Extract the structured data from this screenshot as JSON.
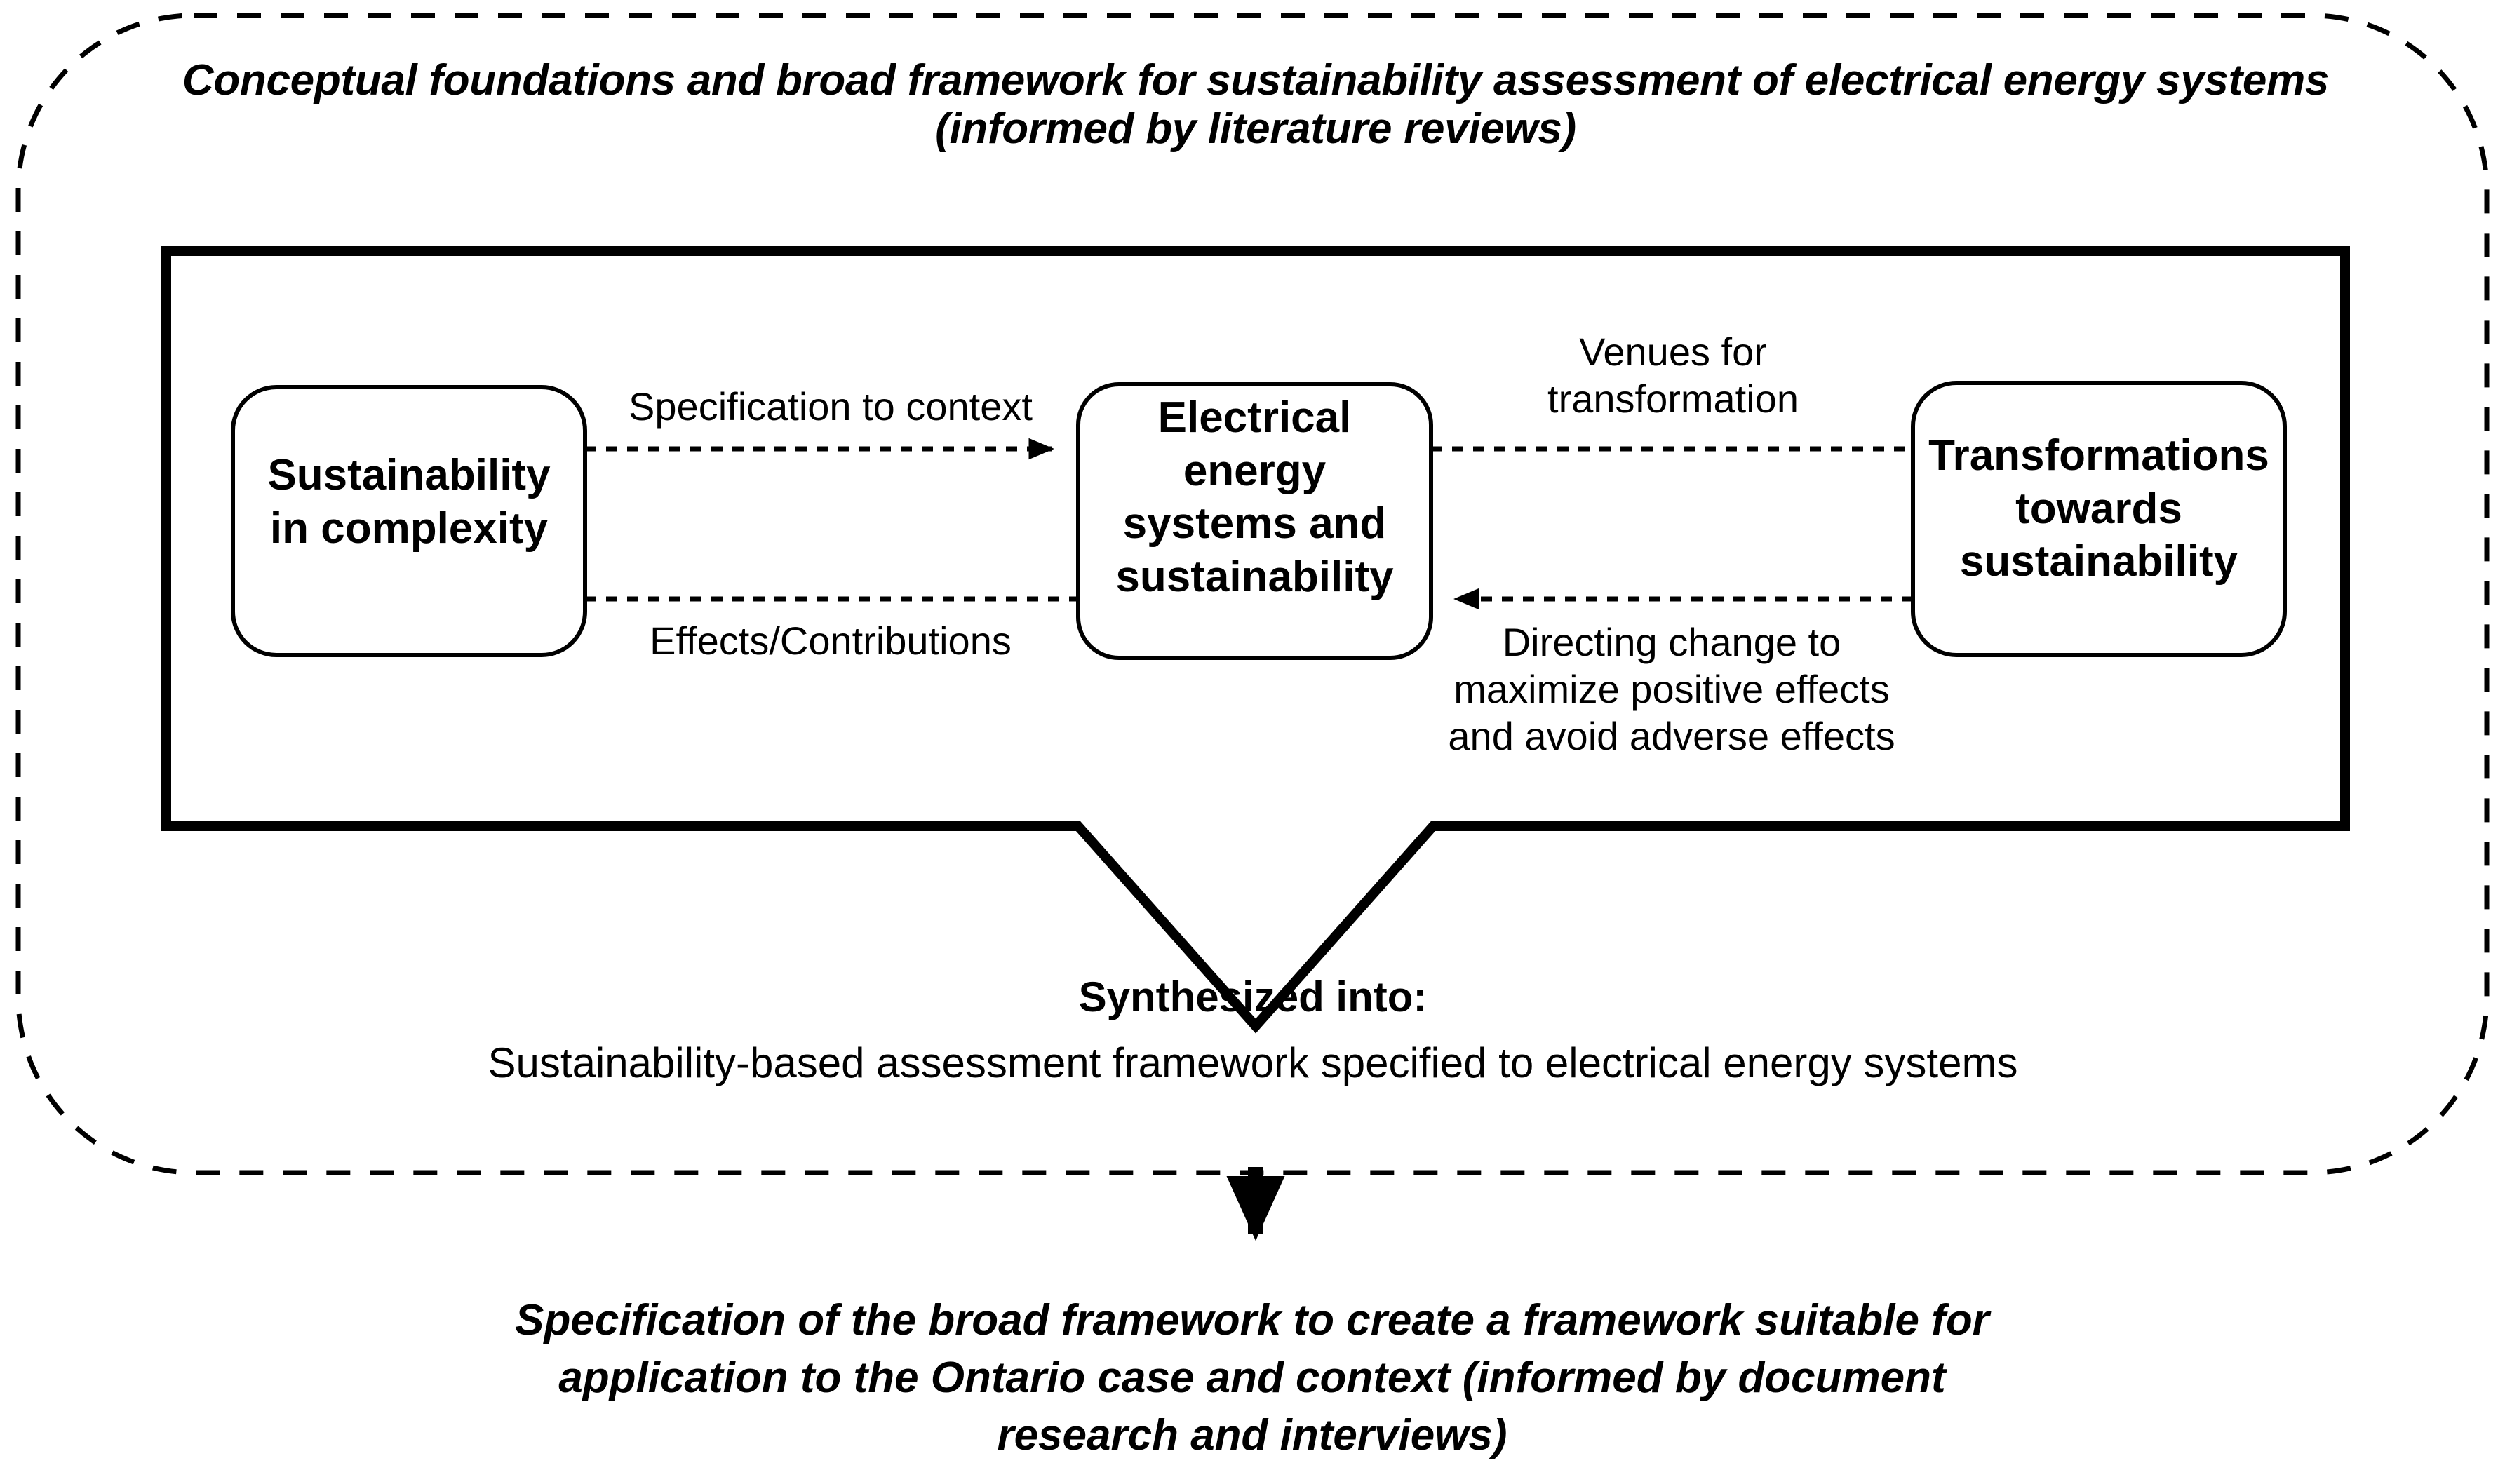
{
  "diagram": {
    "outer_group": {
      "title": "Conceptual foundations and broad framework for sustainability assessment of electrical energy systems (informed by literature reviews)",
      "border_style": "dashed-rounded",
      "border_color": "#000000"
    },
    "inner_frame": {
      "border_style": "solid-chevron-bottom",
      "border_color": "#000000"
    },
    "nodes": [
      {
        "id": "sustainability-in-complexity",
        "label": "Sustainability\nin complexity",
        "shape": "rounded-rect"
      },
      {
        "id": "electrical-energy-systems-and-sustainability",
        "label": "Electrical\nenergy\nsystems and\nsustainability",
        "shape": "rounded-rect"
      },
      {
        "id": "transformations-towards-sustainability",
        "label": "Transformations\ntowards\nsustainability",
        "shape": "rounded-rect"
      }
    ],
    "edges": [
      {
        "id": "specification-to-context",
        "label": "Specification to context",
        "from": "sustainability-in-complexity",
        "to": "electrical-energy-systems-and-sustainability",
        "style": "dotted",
        "arrow": "end"
      },
      {
        "id": "effects-contributions",
        "label": "Effects/Contributions",
        "from": "electrical-energy-systems-and-sustainability",
        "to": "sustainability-in-complexity",
        "style": "dotted",
        "arrow": "none"
      },
      {
        "id": "venues-for-transformation",
        "label": "Venues for\ntransformation",
        "from": "electrical-energy-systems-and-sustainability",
        "to": "transformations-towards-sustainability",
        "style": "dotted",
        "arrow": "none"
      },
      {
        "id": "directing-change",
        "label": "Directing change to\nmaximize positive effects\nand avoid adverse effects",
        "from": "transformations-towards-sustainability",
        "to": "electrical-energy-systems-and-sustainability",
        "style": "dotted",
        "arrow": "end"
      }
    ],
    "synthesis": {
      "heading": "Synthesized into:",
      "body": "Sustainability-based assessment framework specified to electrical energy systems"
    },
    "footer": {
      "text": "Specification of the broad framework to create a framework suitable for application to the Ontario case and context (informed by document research and interviews)"
    },
    "connector": {
      "id": "down-arrow",
      "direction": "down"
    }
  }
}
